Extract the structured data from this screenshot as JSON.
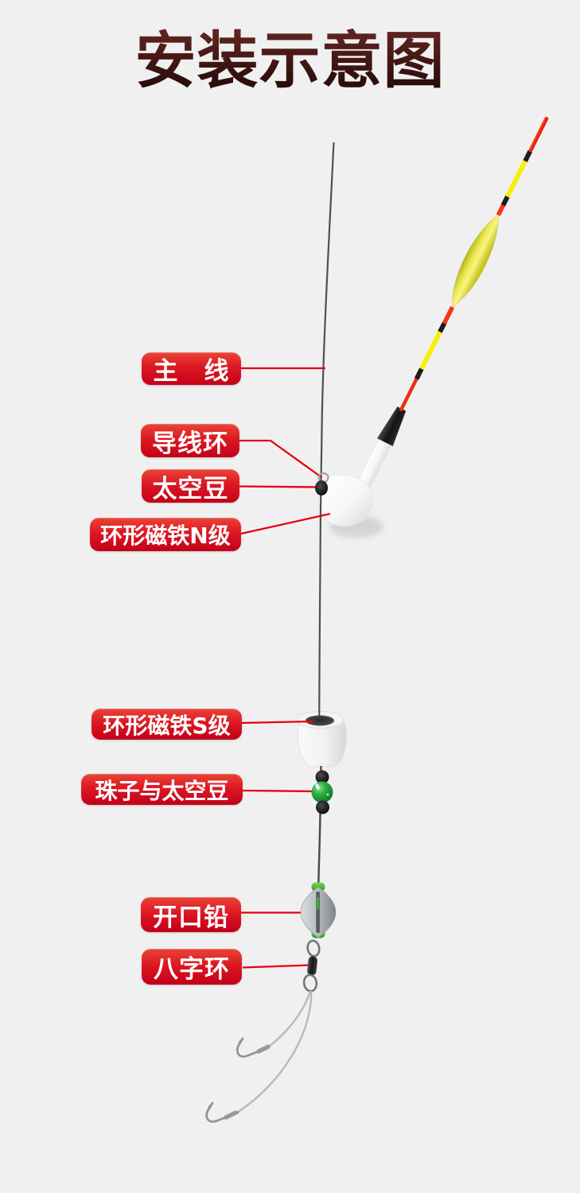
{
  "title": "安装示意图",
  "labels": [
    {
      "id": "main-line",
      "text": "主　线"
    },
    {
      "id": "guide-wire-ring",
      "text": "导线环"
    },
    {
      "id": "space-bean",
      "text": "太空豆"
    },
    {
      "id": "ring-magnet-n-pole",
      "text": "环形磁铁N级"
    },
    {
      "id": "ring-magnet-s-pole",
      "text": "环形磁铁S级"
    },
    {
      "id": "bead-and-space-bean",
      "text": "珠子与太空豆"
    },
    {
      "id": "open-lead-weight",
      "text": "开口铅"
    },
    {
      "id": "figure-eight-ring",
      "text": "八字环"
    }
  ],
  "colors": {
    "background": "#f0f0f1",
    "title_text": "#3a1210",
    "label_background_top": "#ea4437",
    "label_background_bottom": "#c40018",
    "label_text": "#ffffff",
    "leader_line": "#e8000f",
    "main_line": "#4f5052",
    "float_body_yellow": "#ecea4b",
    "float_stripe_yellow": "#f7ef0a",
    "float_stripe_red": "#f63517",
    "float_stripe_black": "#1d1d1f",
    "float_seat_white": "#ffffff",
    "bead_green": "#2aa13c",
    "bead_black": "#141415",
    "lead_weight_gray": "#b6bbc0",
    "lead_line_green": "#4cc832",
    "swivel_metal": "#70767b",
    "hook_metal": "#8f969c"
  }
}
